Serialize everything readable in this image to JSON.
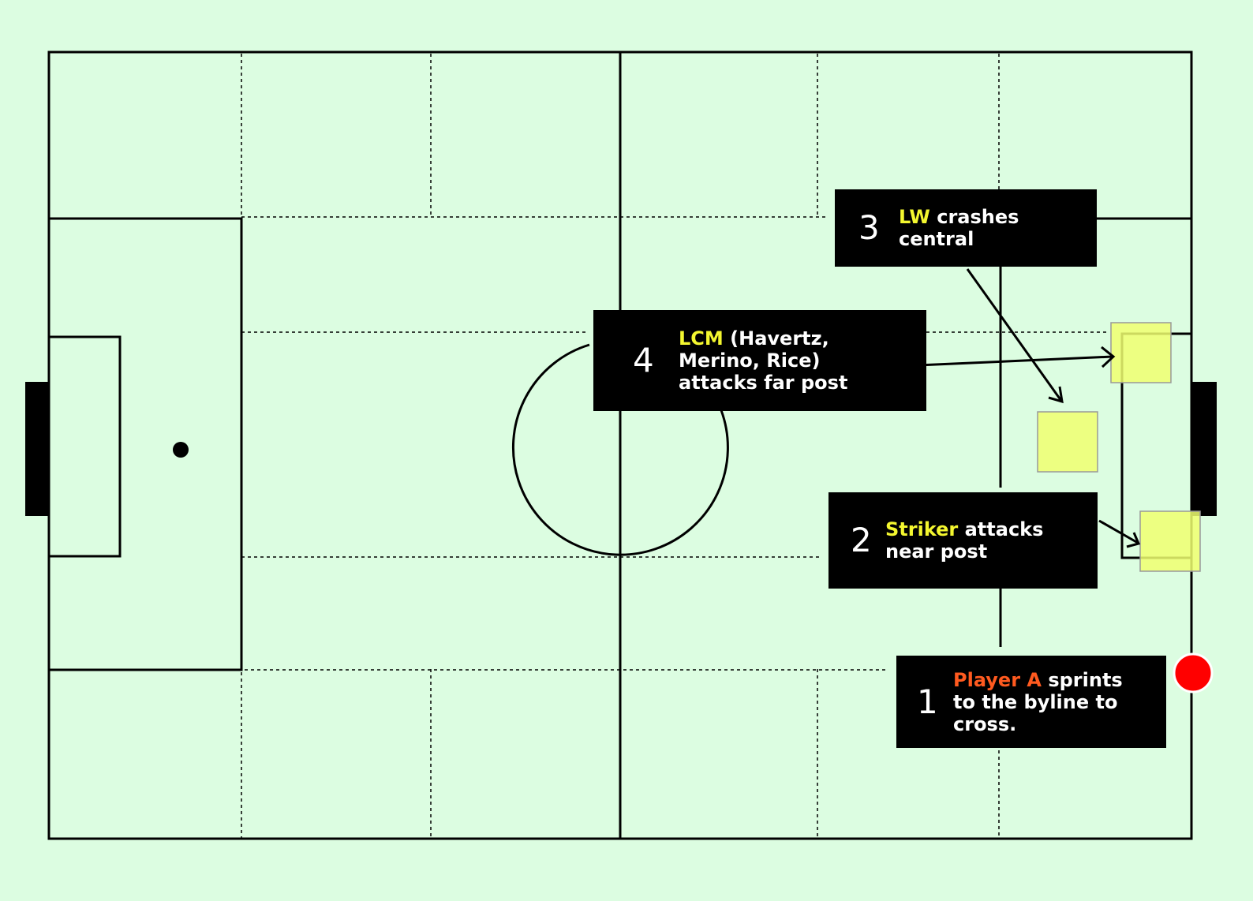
{
  "colors": {
    "background": "#dcfde1",
    "lines": "#000000",
    "attacker_marker": "#f0ff70",
    "ball_carrier": "#ff0000",
    "highlight_yellow": "#f3f62f",
    "highlight_orange": "#ff5a1f"
  },
  "callouts": [
    {
      "num": "1",
      "highlight": "Player A",
      "text": " sprints to the byline to cross.",
      "highlight_color": "orange"
    },
    {
      "num": "2",
      "highlight": "Striker",
      "text": " attacks near post",
      "highlight_color": "yellow"
    },
    {
      "num": "3",
      "highlight": "LW",
      "text": " crashes central",
      "highlight_color": "yellow"
    },
    {
      "num": "4",
      "highlight": "LCM",
      "text": " (Havertz, Merino, Rice) attacks far post",
      "highlight_color": "yellow"
    }
  ]
}
